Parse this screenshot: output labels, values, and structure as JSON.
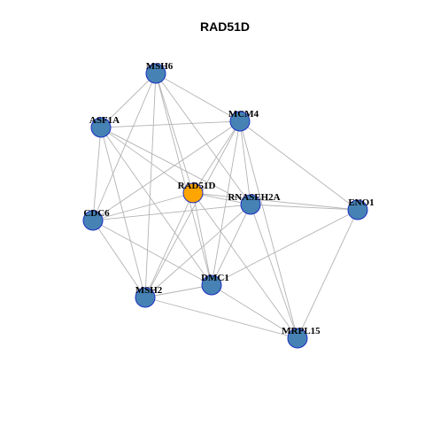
{
  "title": "RAD51D",
  "colors": {
    "node_fill": "#4682b4",
    "center_fill": "#ffa500",
    "node_stroke": "#1c2fc4",
    "edge": "#b3b3b3"
  },
  "nodes": [
    {
      "id": "MSH6",
      "label": "MSH6"
    },
    {
      "id": "ASF1A",
      "label": "ASF1A"
    },
    {
      "id": "MCM4",
      "label": "MCM4"
    },
    {
      "id": "RAD51D",
      "label": "RAD51D",
      "center": true
    },
    {
      "id": "RNASEH2A",
      "label": "RNASEH2A"
    },
    {
      "id": "ENO1",
      "label": "ENO1"
    },
    {
      "id": "CDC6",
      "label": "CDC6"
    },
    {
      "id": "DMC1",
      "label": "DMC1"
    },
    {
      "id": "MSH2",
      "label": "MSH2"
    },
    {
      "id": "MRPL15",
      "label": "MRPL15"
    }
  ],
  "edges": [
    [
      "MSH6",
      "MCM4"
    ],
    [
      "MSH6",
      "ASF1A"
    ],
    [
      "MSH6",
      "RAD51D"
    ],
    [
      "MSH6",
      "RNASEH2A"
    ],
    [
      "MSH6",
      "CDC6"
    ],
    [
      "MSH6",
      "MSH2"
    ],
    [
      "MSH6",
      "DMC1"
    ],
    [
      "ASF1A",
      "MCM4"
    ],
    [
      "ASF1A",
      "RAD51D"
    ],
    [
      "ASF1A",
      "RNASEH2A"
    ],
    [
      "ASF1A",
      "CDC6"
    ],
    [
      "ASF1A",
      "MSH2"
    ],
    [
      "ASF1A",
      "DMC1"
    ],
    [
      "MCM4",
      "RAD51D"
    ],
    [
      "MCM4",
      "RNASEH2A"
    ],
    [
      "MCM4",
      "CDC6"
    ],
    [
      "MCM4",
      "ENO1"
    ],
    [
      "MCM4",
      "DMC1"
    ],
    [
      "MCM4",
      "MSH2"
    ],
    [
      "MCM4",
      "MRPL15"
    ],
    [
      "RAD51D",
      "RNASEH2A"
    ],
    [
      "RAD51D",
      "ENO1"
    ],
    [
      "RAD51D",
      "DMC1"
    ],
    [
      "RAD51D",
      "MSH2"
    ],
    [
      "RAD51D",
      "CDC6"
    ],
    [
      "RAD51D",
      "MRPL15"
    ],
    [
      "RNASEH2A",
      "ENO1"
    ],
    [
      "RNASEH2A",
      "CDC6"
    ],
    [
      "RNASEH2A",
      "DMC1"
    ],
    [
      "RNASEH2A",
      "MSH2"
    ],
    [
      "RNASEH2A",
      "MRPL15"
    ],
    [
      "ENO1",
      "DMC1"
    ],
    [
      "ENO1",
      "MRPL15"
    ],
    [
      "CDC6",
      "MSH2"
    ],
    [
      "CDC6",
      "DMC1"
    ],
    [
      "DMC1",
      "MSH2"
    ],
    [
      "DMC1",
      "MRPL15"
    ],
    [
      "MSH2",
      "MRPL15"
    ]
  ]
}
